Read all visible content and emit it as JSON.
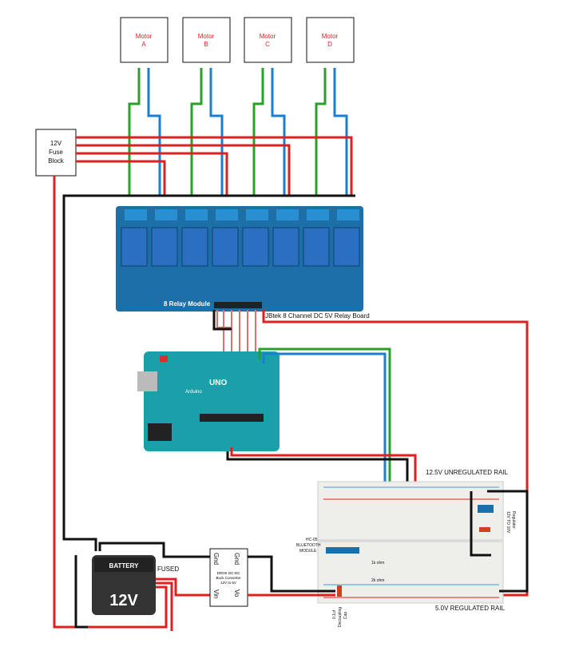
{
  "motors": [
    {
      "line1": "Motor",
      "line2": "A"
    },
    {
      "line1": "Motor",
      "line2": "B"
    },
    {
      "line1": "Motor",
      "line2": "C"
    },
    {
      "line1": "Motor",
      "line2": "D"
    }
  ],
  "fuse_block": {
    "line1": "12V",
    "line2": "Fuse",
    "line3": "Block"
  },
  "relay_board": {
    "silkscreen": "8 Relay Module",
    "caption": "JBtek 8 Channel DC 5V Relay Board"
  },
  "arduino": {
    "logo": "UNO",
    "brand": "Arduino"
  },
  "breadboard": {
    "top_rail": "12.5V UNREGULATED RAIL",
    "bottom_rail": "5.0V REGULATED RAIL",
    "bluetooth": {
      "line1": "HC-05",
      "line2": "BLUETOOTH",
      "line3": "MODULE"
    },
    "regulator": {
      "line1": "12V TO 10V",
      "line2": "Regulator"
    },
    "resistor1": "1k ohm",
    "resistor2": "2k ohm",
    "cap": {
      "line1": "0.1uf",
      "line2": "Decoupling",
      "line3": "Cap"
    }
  },
  "battery": {
    "label": "BATTERY",
    "voltage": "12V",
    "fused": "FUSED"
  },
  "buck": {
    "gnd_in": "Gnd",
    "gnd_out": "Gnd",
    "vin": "Vin",
    "vo": "Vo",
    "line1": "DROK DC-DC",
    "line2": "Buck Converter",
    "line3": "12V to 5V"
  },
  "colors": {
    "positive": "#e02020",
    "ground": "#111111",
    "signal_green": "#2aa02a",
    "signal_blue": "#1a7fd0",
    "relay_board": "#1d6fa8"
  }
}
